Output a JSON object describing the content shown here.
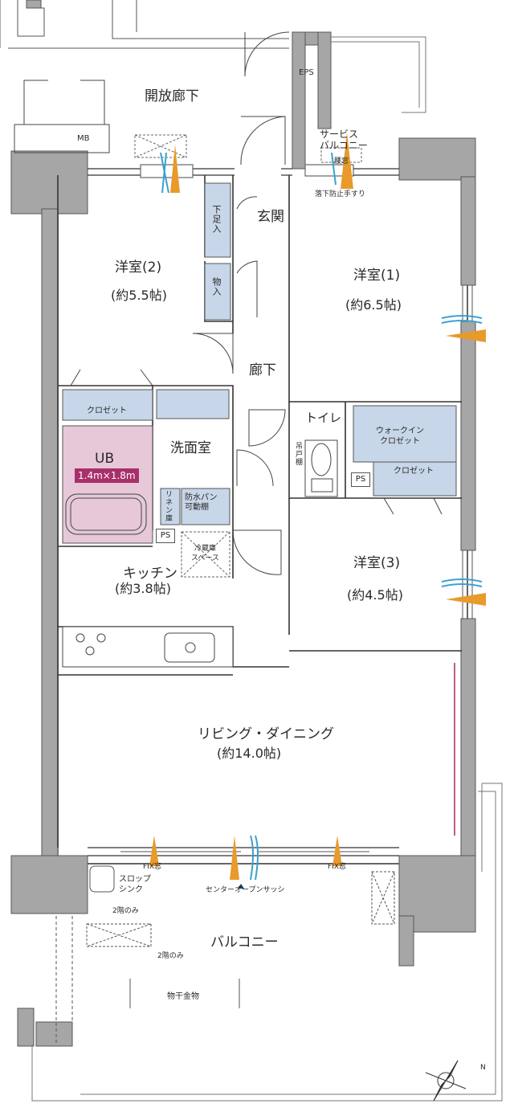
{
  "rooms": {
    "corridor_open": "開放廊下",
    "eps": "EPS",
    "mb": "MB",
    "service_balcony": "サービス\nバルコニー",
    "window_small": "腰窓",
    "fall_guard": "落下防止手すり",
    "entrance": "玄関",
    "shoe_storage": "下足入",
    "storage": "物入",
    "western2_name": "洋室(2)",
    "western2_area": "(約5.5帖)",
    "western1_name": "洋室(1)",
    "western1_area": "(約6.5帖)",
    "hallway": "廊下",
    "closet": "クロゼット",
    "toilet": "トイレ",
    "hanging_shelf": "吊戸棚",
    "walkin_closet": "ウォークイン\nクロゼット",
    "closet2": "クロゼット",
    "ub": "UB",
    "ub_size": "1.4m×1.8m",
    "washroom": "洗面室",
    "linen": "リネン庫",
    "waterproof_pan": "防水パン\n可動棚",
    "ps1": "PS",
    "ps2": "PS",
    "fridge": "冷蔵庫\nスペース",
    "kitchen_name": "キッチン",
    "kitchen_area": "(約3.8帖)",
    "western3_name": "洋室(3)",
    "western3_area": "(約4.5帖)",
    "living_name": "リビング・ダイニング",
    "living_area": "(約14.0帖)",
    "fix_window_left": "FIX窓",
    "fix_window_right": "FIX窓",
    "center_sash": "センターオープンサッシ",
    "slop_sink": "スロップ\nシンク",
    "second_floor_only_1": "2階のみ",
    "second_floor_only_2": "2階のみ",
    "balcony": "バルコニー",
    "drying_rack": "物干金物",
    "north": "N"
  },
  "colors": {
    "wall": "#a6a6a6",
    "wall_dark": "#8f8f8f",
    "storage_fill": "#c7d6e8",
    "ub_fill": "#e6c8d8",
    "ub_badge": "#a8306a",
    "wind_blue": "#3aa0d0",
    "wind_orange": "#e89a2a",
    "accent_line": "#c45a8a"
  }
}
